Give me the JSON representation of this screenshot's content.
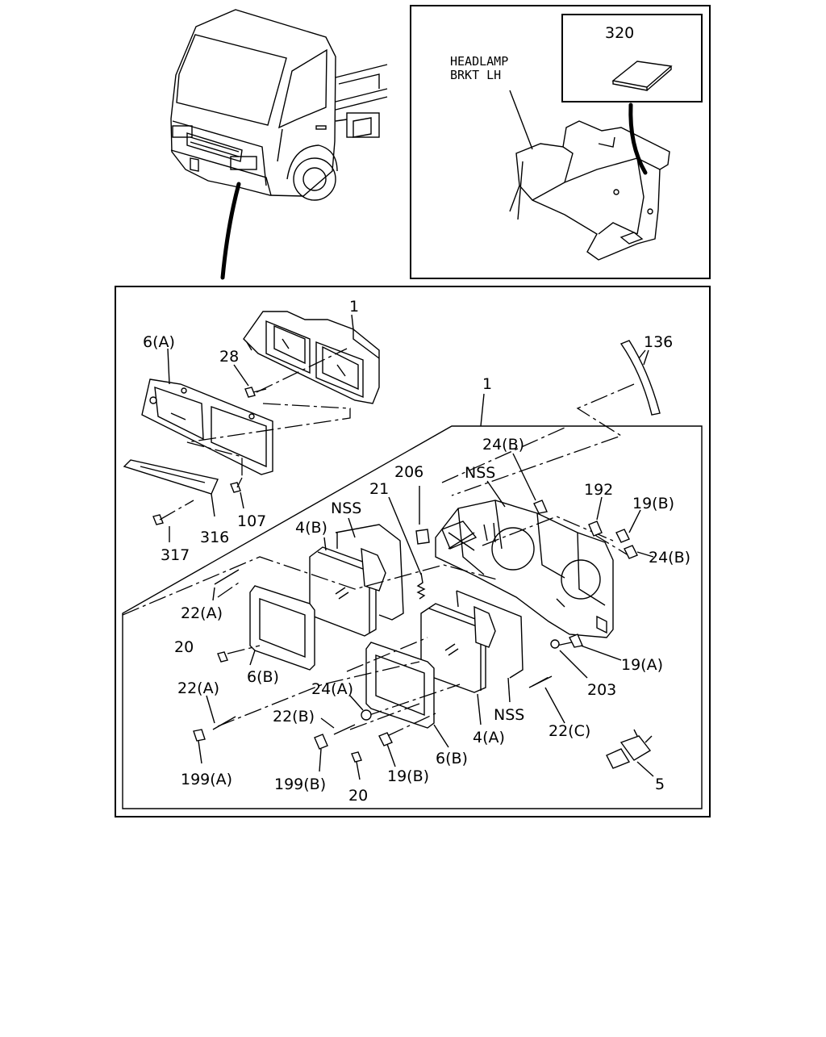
{
  "inset": {
    "part_320": "320",
    "headlamp_line1": "HEADLAMP",
    "headlamp_line2": "BRKT LH"
  },
  "callouts": {
    "p1_top": "1",
    "p1_main": "1",
    "p6a": "6(A)",
    "p28": "28",
    "p136": "136",
    "p24b_top": "24(B)",
    "p206": "206",
    "p21": "21",
    "nss_top": "NSS",
    "nss_left": "NSS",
    "nss_bottom": "NSS",
    "p4b": "4(B)",
    "p192": "192",
    "p19b_right": "19(B)",
    "p24b_right": "24(B)",
    "p107": "107",
    "p316": "316",
    "p317": "317",
    "p22a_top": "22(A)",
    "p20_top": "20",
    "p6b_left": "6(B)",
    "p22a_bottom": "22(A)",
    "p24a": "24(A)",
    "p22b": "22(B)",
    "p19a": "19(A)",
    "p203": "203",
    "p4a": "4(A)",
    "p22c": "22(C)",
    "p6b_bottom": "6(B)",
    "p199a": "199(A)",
    "p199b": "199(B)",
    "p19b_bottom": "19(B)",
    "p20_bottom": "20",
    "p5": "5"
  }
}
